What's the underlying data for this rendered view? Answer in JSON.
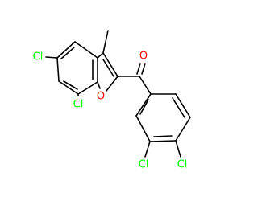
{
  "colors": {
    "bond": "#000000",
    "oxygen": "#ff0000",
    "chlorine": "#00ff00"
  },
  "atoms": {
    "cl_5": "Cl",
    "cl_7": "Cl",
    "o_furan": "O",
    "o_carbonyl": "O",
    "cl_3p": "Cl",
    "cl_4p": "Cl"
  }
}
